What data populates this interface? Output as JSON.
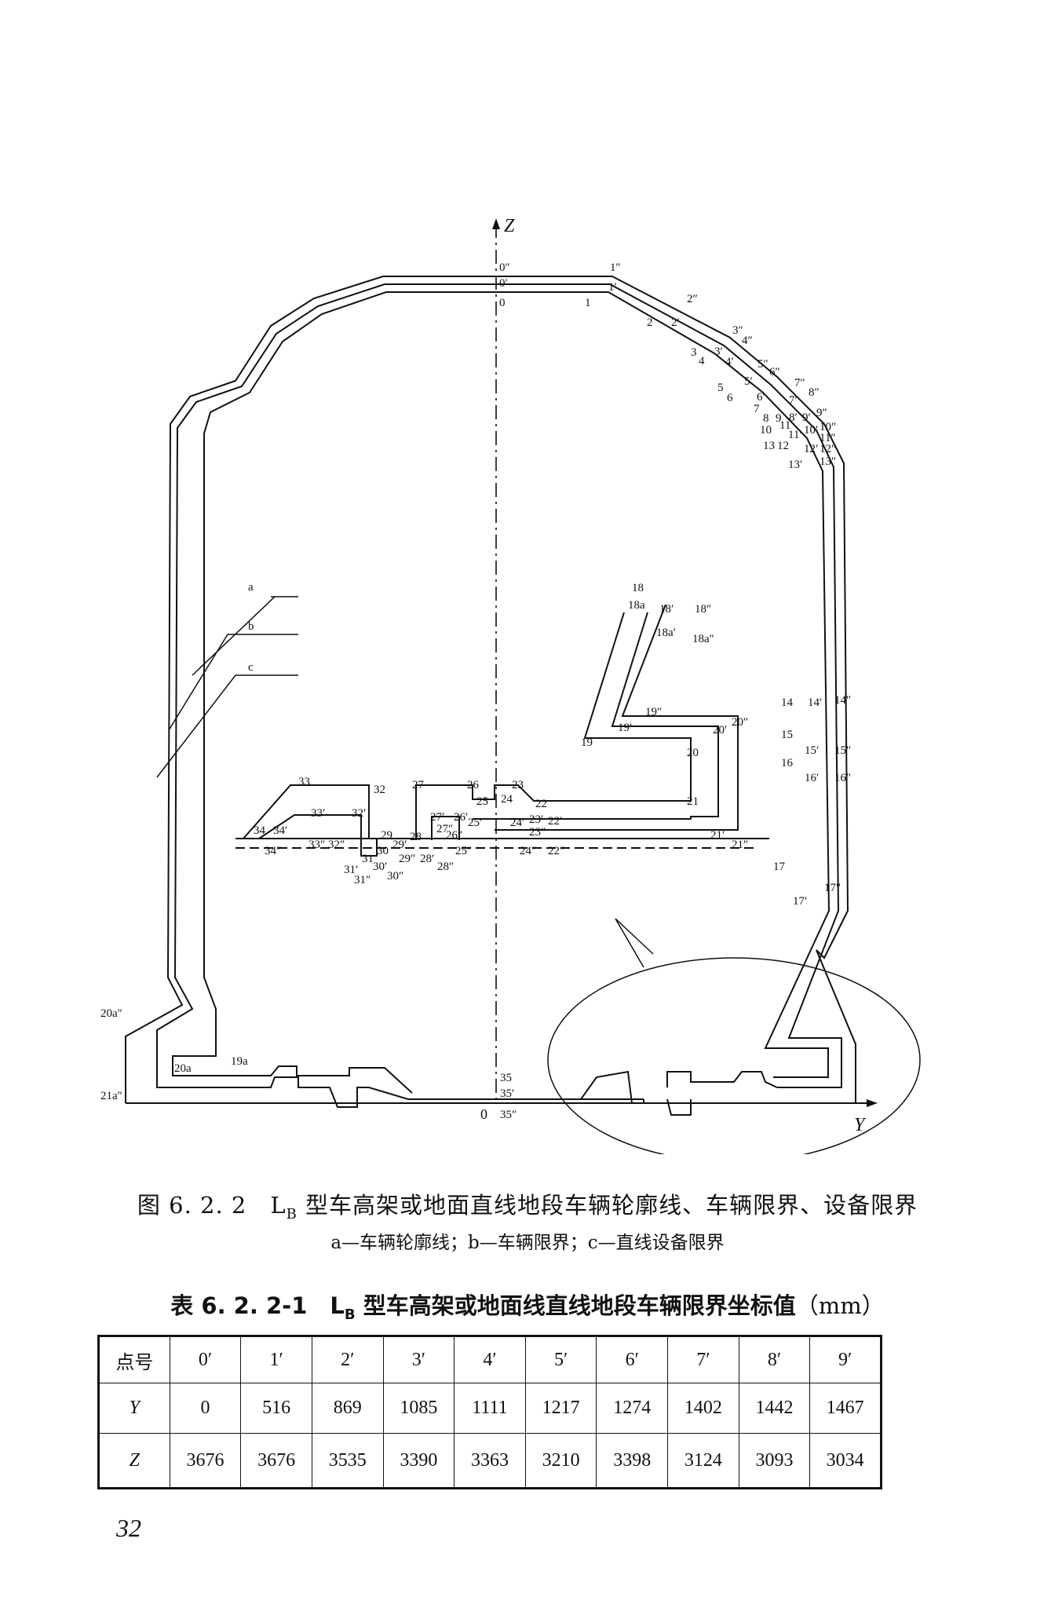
{
  "figure": {
    "axis_z": "Z",
    "axis_y": "Y",
    "origin": "0",
    "labels": {
      "l0pp": "0″",
      "l0p": "0′",
      "l0": "0",
      "l1pp": "1″",
      "l1p": "1′",
      "l1": "1",
      "l2pp": "2″",
      "l2p": "2′",
      "l2": "2",
      "l3pp": "3″",
      "l4pp": "4″",
      "l3p": "3′",
      "l4p": "4′",
      "l3": "3",
      "l4": "4",
      "l5pp": "5″",
      "l6pp": "6″",
      "l5p": "5′",
      "l5": "5",
      "l6": "6",
      "l6p": "6′",
      "l7pp": "7″",
      "l8pp": "8″",
      "l7p": "7′",
      "l7": "7",
      "l8": "8",
      "l9": "9",
      "l8p": "8′",
      "l9p": "9′",
      "l9pp": "9″",
      "l10": "10",
      "l11": "11",
      "l11p": "11′",
      "l10p": "10′",
      "l10pp": "10″",
      "l11pp": "11″",
      "l13": "13",
      "l12": "12",
      "l12p": "12′",
      "l12pp": "12″",
      "l13p": "13′",
      "l13pp": "13″",
      "l18": "18",
      "l18a": "18a",
      "l18p": "18′",
      "l18pp": "18″",
      "l18ap": "18a′",
      "l18app": "18a″",
      "l19pp": "19″",
      "l19p": "19′",
      "l19": "19",
      "l20pp": "20″",
      "l20p": "20′",
      "l20": "20",
      "l14": "14",
      "l14p": "14′",
      "l14pp": "14″",
      "l15": "15",
      "l15p": "15′",
      "l15pp": "15″",
      "l16": "16",
      "l16p": "16′",
      "l16pp": "16″",
      "l21": "21",
      "l21p": "21′",
      "l21pp": "21″",
      "l22": "22",
      "l22p": "22′",
      "l22pp": "22″",
      "l23": "23",
      "l23p": "23′",
      "l23pp": "23″",
      "l24": "24",
      "l24p": "24′",
      "l24pp": "24″",
      "l25": "25",
      "l25p": "25′",
      "l25pp": "25″",
      "l26": "26",
      "l26p": "26′",
      "l26pp": "26″",
      "l27": "27",
      "l27p": "27′",
      "l27pp": "27″",
      "l28": "28",
      "l28p": "28′",
      "l28pp": "28″",
      "l29": "29",
      "l29p": "29′",
      "l29pp": "29″",
      "l30": "30",
      "l30p": "30′",
      "l30pp": "30″",
      "l31": "31",
      "l31p": "31′",
      "l31pp": "31″",
      "l32": "32",
      "l32p": "32′",
      "l32pp": "32″",
      "l33": "33",
      "l33p": "33′",
      "l33pp": "33″",
      "l34": "34",
      "l34p": "34′",
      "l34pp": "34″",
      "l17": "17",
      "l17p": "17′",
      "l17pp": "17″",
      "l35": "35",
      "l35p": "35′",
      "l35pp": "35″",
      "l20app": "20a″",
      "l21app": "21a″",
      "l20a": "20a",
      "l19a": "19a",
      "la": "a",
      "lb": "b",
      "lc": "c"
    }
  },
  "caption": {
    "title": "图 6. 2. 2　L",
    "title_sub": "B",
    "title_rest": " 型车高架或地面直线地段车辆轮廓线、车辆限界、设备限界",
    "legend": "a—车辆轮廓线；b—车辆限界；c—直线设备限界"
  },
  "table": {
    "title": "表 6. 2. 2-1　L",
    "title_sub": "B",
    "title_rest": " 型车高架或地面线直线地段车辆限界坐标值",
    "unit": "（mm）",
    "header": [
      "点号",
      "0′",
      "1′",
      "2′",
      "3′",
      "4′",
      "5′",
      "6′",
      "7′",
      "8′",
      "9′"
    ],
    "rows": [
      [
        "Y",
        "0",
        "516",
        "869",
        "1085",
        "1111",
        "1217",
        "1274",
        "1402",
        "1442",
        "1467"
      ],
      [
        "Z",
        "3676",
        "3676",
        "3535",
        "3390",
        "3363",
        "3210",
        "3398",
        "3124",
        "3093",
        "3034"
      ]
    ]
  },
  "page_number": "32"
}
